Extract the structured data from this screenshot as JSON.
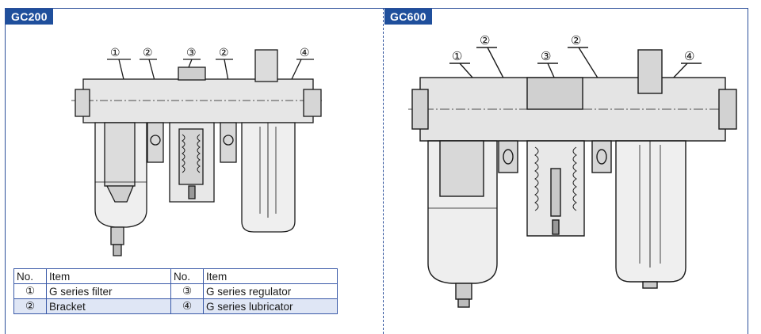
{
  "sections": {
    "left_model": "GC200",
    "right_model": "GC600"
  },
  "callouts": {
    "left": [
      "①",
      "②",
      "③",
      "②",
      "④"
    ],
    "right": [
      "①",
      "②",
      "③",
      "②",
      "④"
    ]
  },
  "parts_table": {
    "headers": [
      "No.",
      "Item",
      "No.",
      "Item"
    ],
    "rows": [
      {
        "no1": "①",
        "item1": "G series filter",
        "no2": "③",
        "item2": "G series regulator"
      },
      {
        "no1": "②",
        "item1": "Bracket",
        "no2": "④",
        "item2": "G series lubricator"
      }
    ]
  }
}
